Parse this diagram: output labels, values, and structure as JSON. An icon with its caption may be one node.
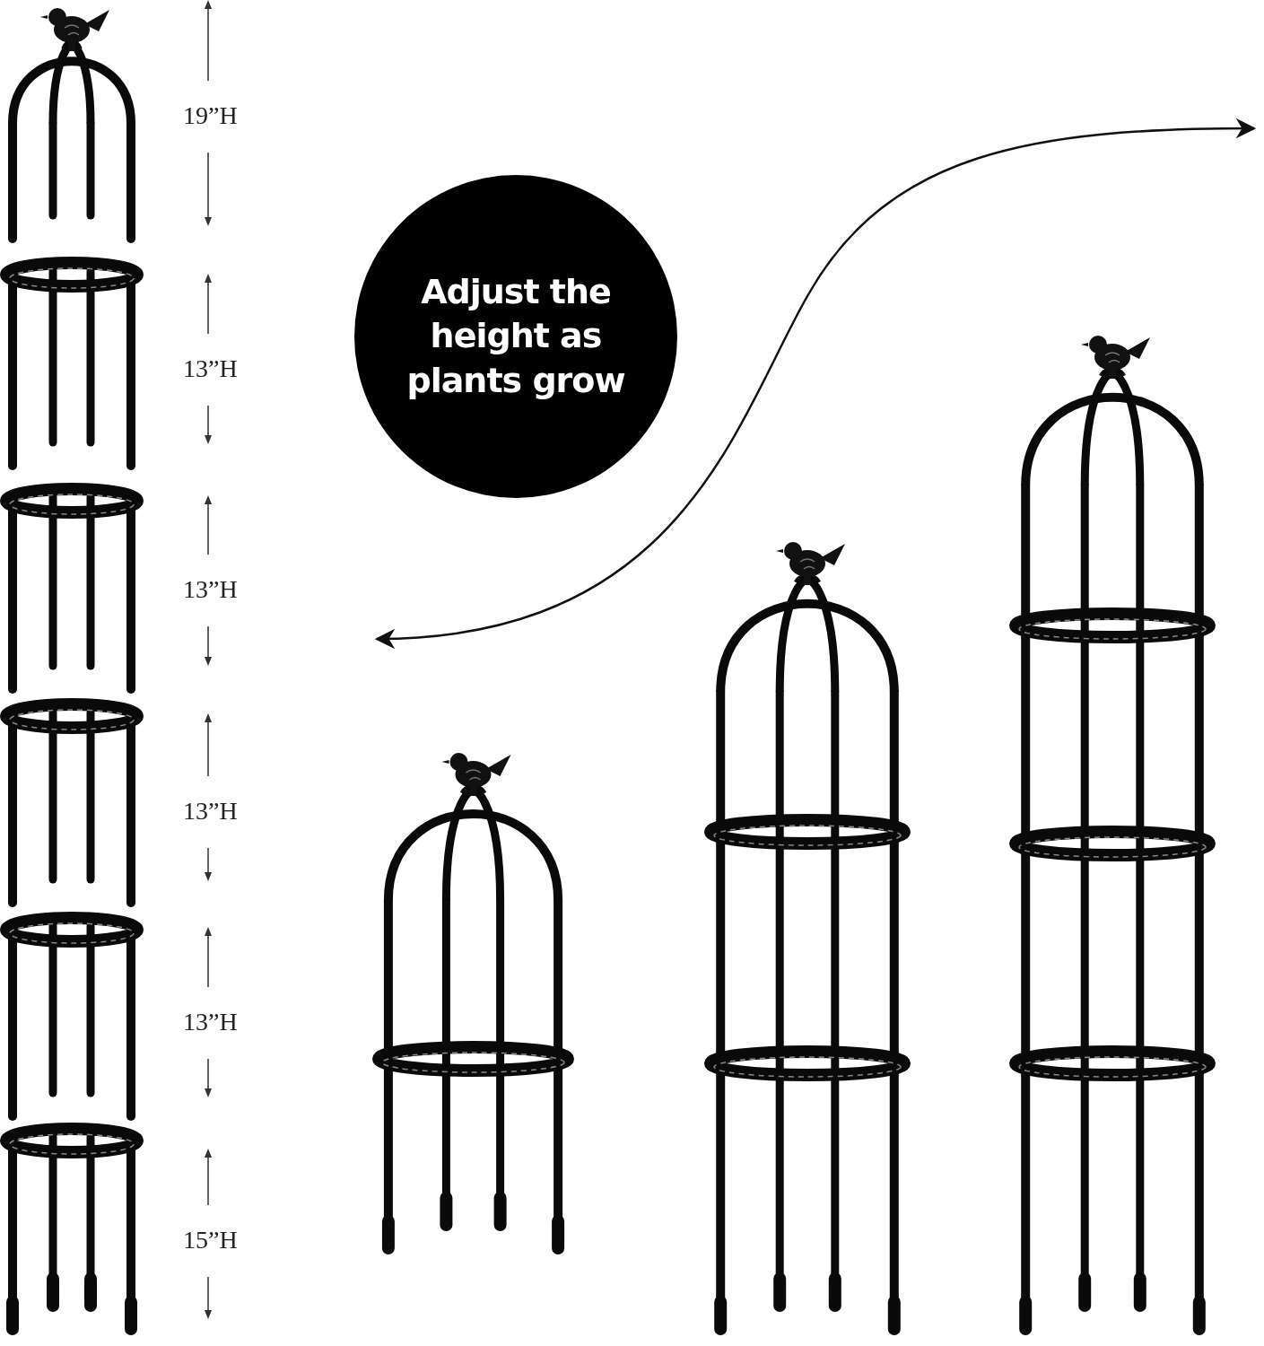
{
  "diagram": {
    "nodes": [
      {
        "text": [
          "Adjust the height as plants grow"
        ]
      }
    ],
    "labels": [
      "19”H",
      "13”H",
      "13”H",
      "13”H",
      "13”H",
      "15”H"
    ]
  }
}
